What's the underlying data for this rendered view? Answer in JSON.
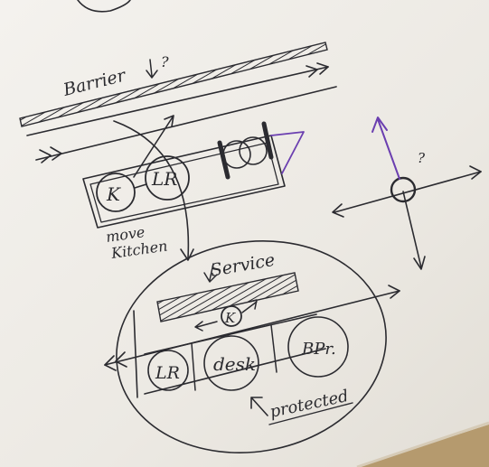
{
  "sketch": {
    "labels": {
      "barrier": "Barrier",
      "question": "?",
      "question2": "?",
      "k_top": "K",
      "lr_top": "LR",
      "move_line1": "move",
      "move_line2": "Kitchen",
      "service": "Service",
      "k_bottom": "K",
      "lr_bottom": "LR",
      "desk": "desk",
      "bpr": "BPr.",
      "protected": "protected"
    },
    "colors": {
      "ink": "#2b2b30",
      "accent_violet": "#6b3fb0",
      "paper": "#efece6"
    }
  }
}
